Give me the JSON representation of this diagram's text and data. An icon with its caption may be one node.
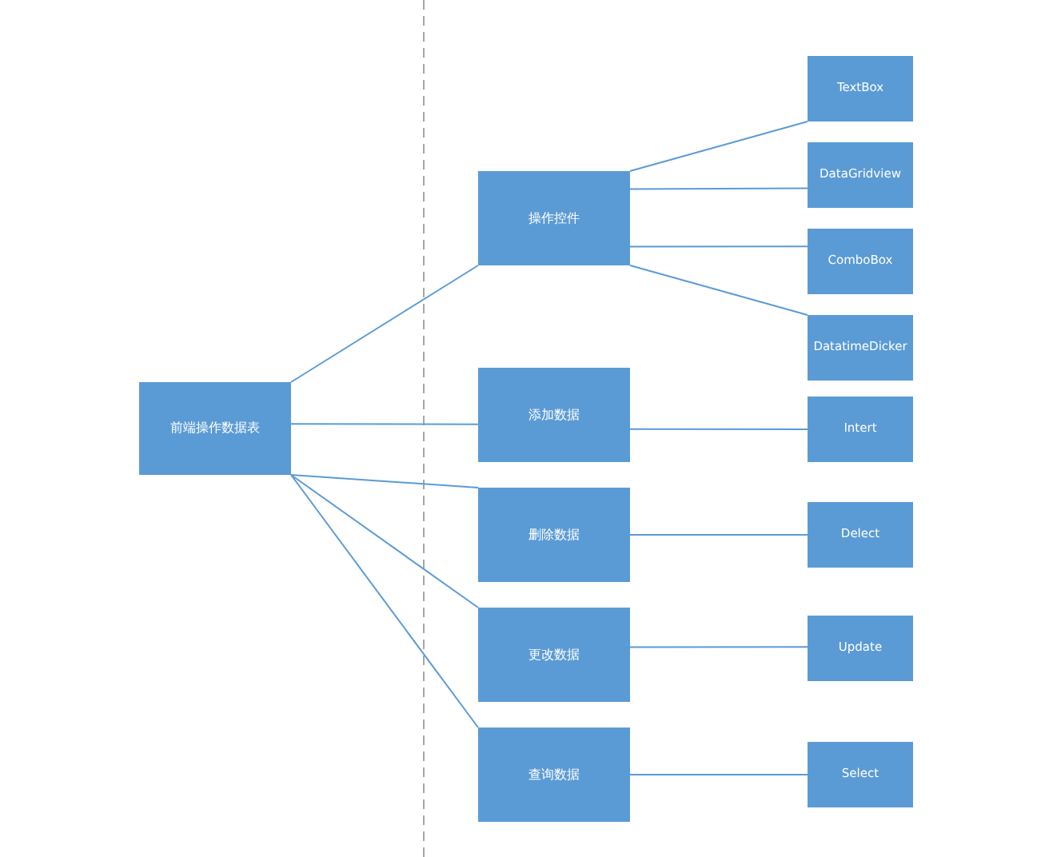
{
  "diagram": {
    "nodes": [
      {
        "text": [
          "前端操作数据表"
        ]
      },
      {
        "text": [
          "操作控件"
        ]
      },
      {
        "text": [
          "添加数据"
        ]
      },
      {
        "text": [
          "删除数据"
        ]
      },
      {
        "text": [
          "更改数据"
        ]
      },
      {
        "text": [
          "查询数据"
        ]
      },
      {
        "text": [
          "TextBox"
        ]
      },
      {
        "text": [
          "DataGridview"
        ]
      },
      {
        "text": [
          "ComboBox"
        ]
      },
      {
        "text": [
          "DatatimeDicker"
        ]
      },
      {
        "text": [
          "Intert"
        ]
      },
      {
        "text": [
          "Delect"
        ]
      },
      {
        "text": [
          "Update"
        ]
      },
      {
        "text": [
          "Select"
        ]
      }
    ],
    "edges": [
      {
        "from": 0,
        "to": 1,
        "arrow": "none"
      },
      {
        "from": 0,
        "to": 2,
        "arrow": "none"
      },
      {
        "from": 0,
        "to": 3,
        "arrow": "none"
      },
      {
        "from": 0,
        "to": 4,
        "arrow": "none"
      },
      {
        "from": 0,
        "to": 5,
        "arrow": "none"
      },
      {
        "from": 1,
        "to": 6,
        "arrow": "none"
      },
      {
        "from": 1,
        "to": 7,
        "arrow": "none"
      },
      {
        "from": 1,
        "to": 8,
        "arrow": "none"
      },
      {
        "from": 1,
        "to": 9,
        "arrow": "none"
      },
      {
        "from": 2,
        "to": 10,
        "arrow": "none"
      },
      {
        "from": 3,
        "to": 11,
        "arrow": "none"
      },
      {
        "from": 4,
        "to": 12,
        "arrow": "none"
      },
      {
        "from": 5,
        "to": 13,
        "arrow": "none"
      }
    ]
  }
}
